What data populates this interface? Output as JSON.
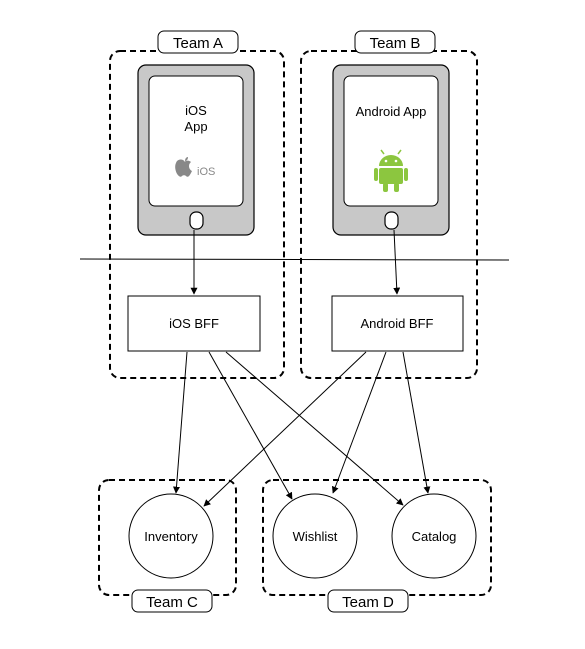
{
  "teams": {
    "a": "Team A",
    "b": "Team B",
    "c": "Team C",
    "d": "Team D"
  },
  "apps": {
    "ios_line1": "iOS",
    "ios_line2": "App",
    "ios_logo_text": "iOS",
    "android": "Android App"
  },
  "bffs": {
    "ios": "iOS BFF",
    "android": "Android BFF"
  },
  "services": {
    "inventory": "Inventory",
    "wishlist": "Wishlist",
    "catalog": "Catalog"
  },
  "colors": {
    "device_body": "#c8c8c8",
    "android_green": "#8cc63f",
    "apple_gray": "#888888"
  }
}
